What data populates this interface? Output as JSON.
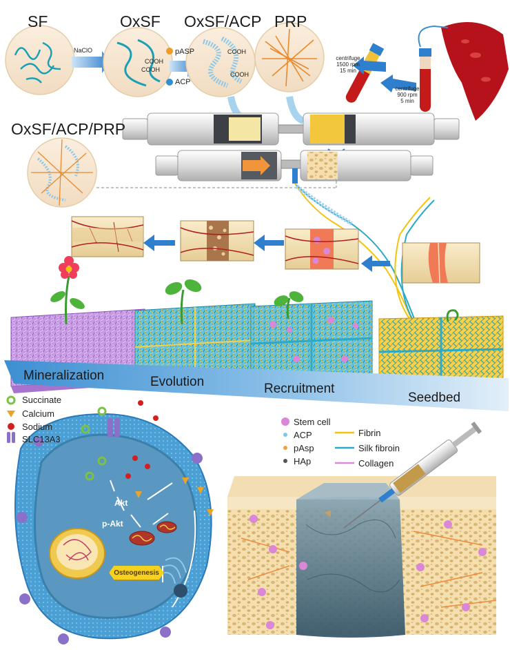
{
  "top_circles": {
    "sf": "SF",
    "oxsf": "OxSF",
    "oxsf_acp": "OxSF/ACP",
    "prp": "PRP"
  },
  "reagent": "NaClO",
  "groups": {
    "cooh_1": "COOH",
    "cooh_2": "COOH",
    "cooh_3": "COOH",
    "cooh_4": "COOH"
  },
  "additives": {
    "pasp": "pASP",
    "acp": "ACP"
  },
  "centrifuge": {
    "step1": {
      "label": "centrifuge",
      "speed": "1500 rpm",
      "time": "15 min"
    },
    "step2": {
      "label": "centrifuge",
      "speed": "900 rpm",
      "time": "5 min"
    }
  },
  "composite": "OxSF/ACP/PRP",
  "stages": {
    "mineralization": "Mineralization",
    "evolution": "Evolution",
    "recruitment": "Recruitment",
    "seedbed": "Seedbed"
  },
  "cell_legend": {
    "succinate": "Succinate",
    "calcium": "Calcium",
    "sodium": "Sodium",
    "slc13a3": "SLC13A3"
  },
  "cell_labels": {
    "akt": "Akt",
    "p_akt": "p-Akt",
    "osteogenesis": "Osteogenesis"
  },
  "material_legend": {
    "stem_cell": "Stem cell",
    "acp": "ACP",
    "pasp": "pAsp",
    "hap": "HAp",
    "fibrin": "Fibrin",
    "silk_fibroin": "Silk fibroin",
    "collagen": "Collagen"
  },
  "colors": {
    "silk_fibroin": "#2ba9c9",
    "fibrin": "#f2c40f",
    "collagen": "#d98ad8",
    "stem_cell": "#d987d6",
    "acp": "#7fc7ea",
    "pasp": "#f0a23c",
    "hap": "#555555",
    "calcium": "#e8a52a",
    "sodium": "#d41f1f",
    "succinate": "#7cc242",
    "transporter": "#8a70c8",
    "bone": "#f3dfb2",
    "blood": "#b5121b",
    "plasma": "#f0c23a",
    "arrow": "#2f7fcf"
  },
  "icons": [
    "flower-icon",
    "sprout-icon",
    "syringe-icon",
    "blood-vessel-icon",
    "test-tube-icon",
    "bone-icon",
    "cell-icon",
    "mitochondrion-icon",
    "nucleus-icon",
    "scaffold-icon"
  ]
}
